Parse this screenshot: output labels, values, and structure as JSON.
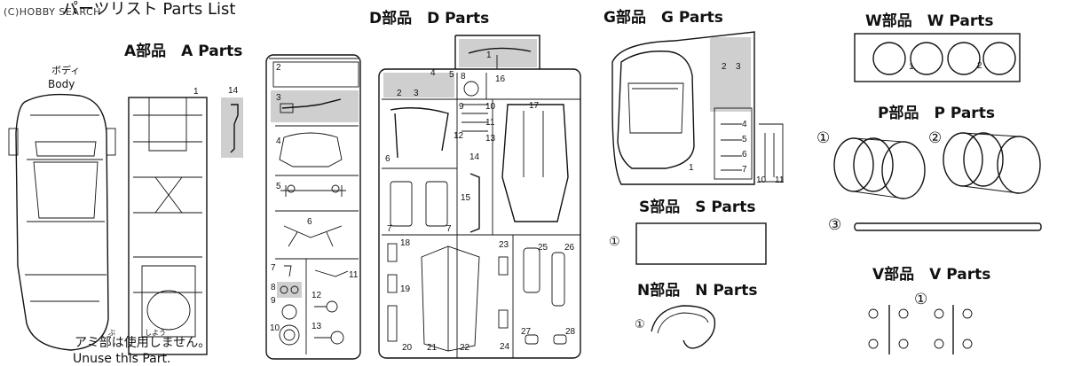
{
  "watermark": "(C)HOBBY SEARCH",
  "title": "パーツリスト Parts List",
  "sections": {
    "a": {
      "header": "A部品　A Parts",
      "body_label_jp": "ボディ",
      "body_label_en": "Body",
      "numbers": [
        "1",
        "14"
      ],
      "note_ruby_1": "ぶ",
      "note_ruby_2": "しよう",
      "note_jp": "アミ部は使用しません。",
      "note_en": "Unuse this Part."
    },
    "d": {
      "header": "D部品　D Parts",
      "numbers": [
        "2",
        "3",
        "4",
        "5",
        "6",
        "7",
        "8",
        "9",
        "10",
        "11",
        "12",
        "13"
      ],
      "right_numbers": [
        "1",
        "2",
        "3",
        "4",
        "5",
        "6",
        "7",
        "7",
        "8",
        "9",
        "10",
        "11",
        "12",
        "13",
        "14",
        "15",
        "16",
        "17",
        "18",
        "19",
        "20",
        "21",
        "22",
        "23",
        "24",
        "25",
        "26",
        "27",
        "28"
      ]
    },
    "g": {
      "header": "G部品　G Parts",
      "numbers": [
        "1",
        "2",
        "3",
        "4",
        "5",
        "6",
        "7",
        "10",
        "11"
      ]
    },
    "w": {
      "header": "W部品　W Parts",
      "numbers": [
        "1",
        "2"
      ]
    },
    "p": {
      "header": "P部品　P Parts",
      "markers": [
        "①",
        "②",
        "③"
      ]
    },
    "s": {
      "header": "S部品　S Parts",
      "markers": [
        "①"
      ]
    },
    "n": {
      "header": "N部品　N Parts",
      "markers": [
        "①"
      ]
    },
    "v": {
      "header": "V部品　V Parts",
      "markers": [
        "①"
      ]
    }
  }
}
